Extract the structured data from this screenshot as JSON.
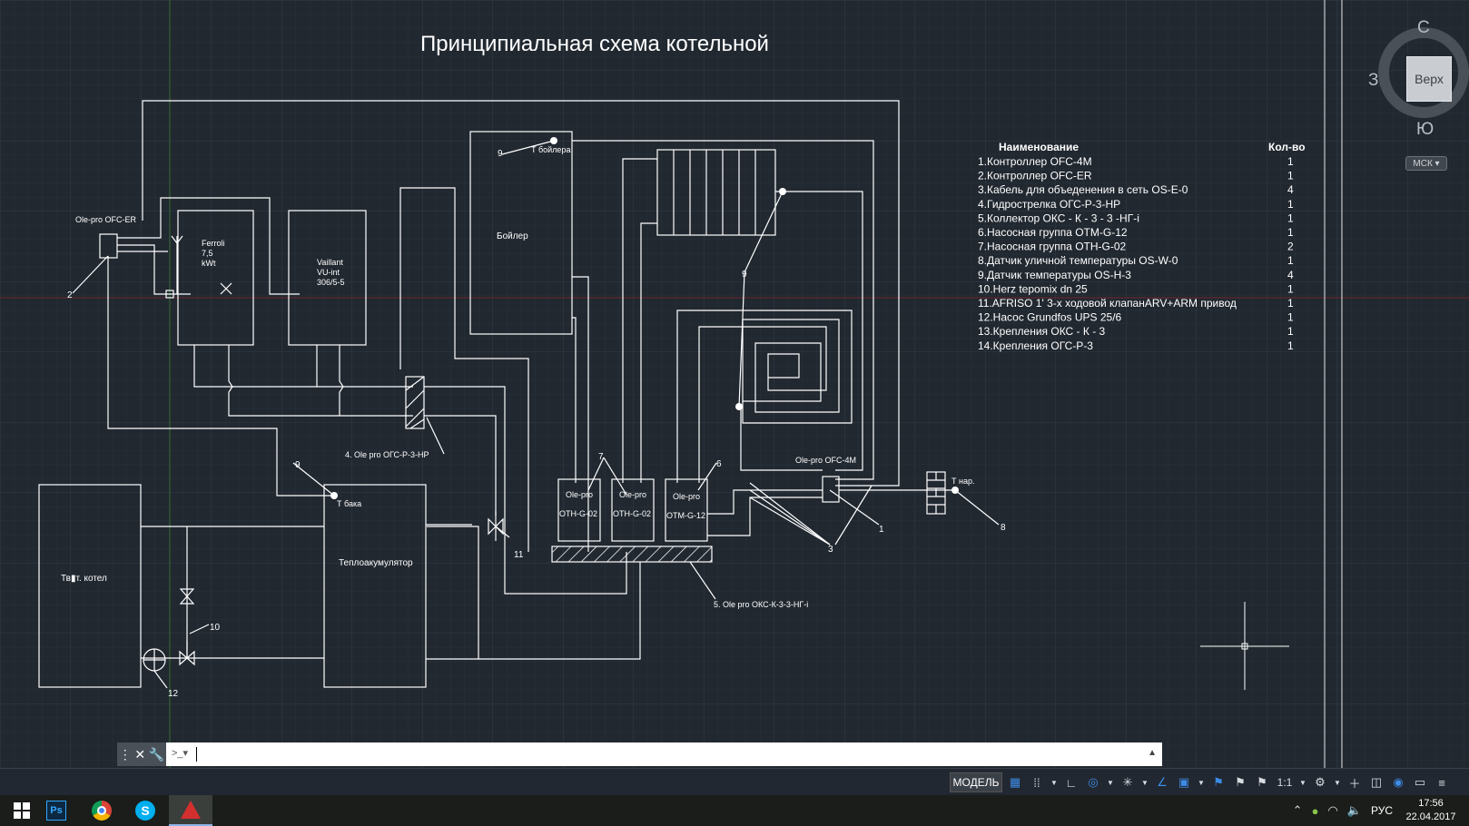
{
  "drawing": {
    "title": "Принципиальная схема котельной",
    "components": {
      "ferroli_lines": [
        "Ferroli",
        "7,5",
        "kWt"
      ],
      "vaillant_lines": [
        "Vaillant",
        "VU-int",
        "306/5-5"
      ],
      "boiler": "Бойлер",
      "accumulator": "Теплоакумулятор",
      "solid_boiler": "Тв▮т. котел",
      "ofc_er": "Ole-pro OFC-ER",
      "ofc_4m": "Ole-pro OFC-4M",
      "hydro_arrow": "4. Ole pro ОГС-Р-3-НР",
      "collector": "5. Ole pro ОКС-К-3-3-НГ-i",
      "group1_lines": [
        "Ole-pro",
        "OTH-G-02"
      ],
      "group2_lines": [
        "Ole-pro",
        "OTH-G-02"
      ],
      "group3_lines": [
        "Ole-pro",
        "OTM-G-12"
      ],
      "t_boiler": "Т бойлера",
      "t_tank": "Т бака",
      "t_outdoor": "Т нар."
    },
    "callouts": [
      "1",
      "2",
      "3",
      "6",
      "7",
      "8",
      "9",
      "9",
      "9",
      "10",
      "11",
      "12"
    ],
    "spec_table": {
      "col_name": "Наименование",
      "col_qty": "Кол-во",
      "rows": [
        {
          "name": "1.Контроллер OFC-4M",
          "qty": "1"
        },
        {
          "name": "2.Контроллер OFC-ER",
          "qty": "1"
        },
        {
          "name": "3.Кабель для объеденения в сеть OS-E-0",
          "qty": "4"
        },
        {
          "name": "4.Гидрострелка ОГС-Р-3-НР",
          "qty": "1"
        },
        {
          "name": "5.Коллектор ОКС - К - 3 - 3 -НГ-i",
          "qty": "1"
        },
        {
          "name": "6.Насосная группа OTM-G-12",
          "qty": "1"
        },
        {
          "name": "7.Насосная группа OTH-G-02",
          "qty": "2"
        },
        {
          "name": "8.Датчик уличной температуры OS-W-0",
          "qty": "1"
        },
        {
          "name": "9.Датчик температуры OS-H-3",
          "qty": "4"
        },
        {
          "name": "10.Herz tepomix dn 25",
          "qty": "1"
        },
        {
          "name": "11.AFRISO 1' 3-х ходовой клапанARV+ARM привод",
          "qty": "1"
        },
        {
          "name": "12.Насос Grundfos UPS 25/6",
          "qty": "1"
        },
        {
          "name": "13.Крепления  ОКС - К - 3",
          "qty": "1"
        },
        {
          "name": "14.Крепления   ОГС-Р-3",
          "qty": "1"
        }
      ]
    }
  },
  "viewcube": {
    "north": "С",
    "south": "Ю",
    "west": "З",
    "top_face": "Верх",
    "ucs": "МСК"
  },
  "statusbar": {
    "model_tab": "МОДЕЛЬ",
    "scale": "1:1"
  },
  "taskbar": {
    "language": "РУС",
    "time": "17:56",
    "date": "22.04.2017"
  },
  "colors": {
    "background": "#212830",
    "grid": "#2b3440",
    "lines": "#ffffff",
    "axis_red": "#6b2a2a",
    "axis_green": "#2f6a2f"
  }
}
